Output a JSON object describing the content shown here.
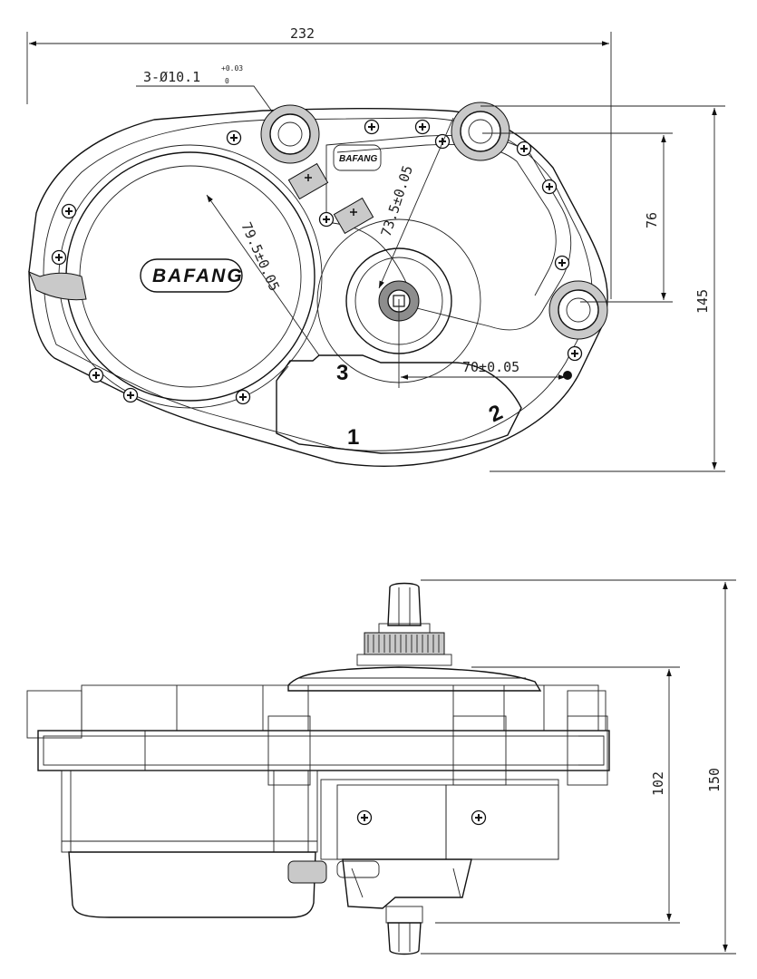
{
  "top_view": {
    "dim_overall_width": "232",
    "hole_callout_prefix": "3-Ø10.1",
    "hole_tol_upper": "+0.03",
    "hole_tol_lower": "0",
    "dim_radius_motor": "79.5±0.05",
    "dim_radius_mount": "73.5±0.05",
    "dim_hole_vertical": "76",
    "dim_overall_height": "145",
    "dim_horizontal_offset": "70±0.05",
    "brand_logo": "BAFANG",
    "callout_1": "1",
    "callout_2": "2",
    "callout_3": "3"
  },
  "side_view": {
    "dim_body_height": "102",
    "dim_overall_height": "150"
  }
}
